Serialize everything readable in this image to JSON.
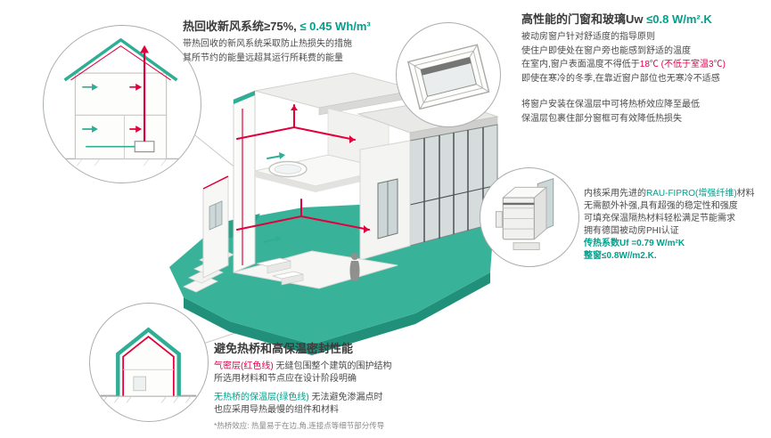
{
  "colors": {
    "accent_teal": "#00a08c",
    "accent_red": "#e2004b",
    "ground_teal": "#38b39a",
    "text_dark": "#3b3b3b"
  },
  "ventilation": {
    "title_main": "热回收新风系统≥75%,",
    "title_accent": " ≤ 0.45 Wh/m³",
    "line1": "带热回收的新风系统采取防止热损失的措施",
    "line2": "其所节约的能量远超其运行所耗费的能量"
  },
  "windows": {
    "title_main": "高性能的门窗和玻璃Uw ",
    "title_accent": "≤0.8 W/m².K",
    "p1_l1": "被动房窗户针对舒适度的指导原则",
    "p1_l2": "使住户即使处在窗户旁也能感到舒适的温度",
    "p1_l3a": "在室内,窗户表面温度不得低于",
    "p1_l3b": "18℃",
    "p1_l3c": " (不低于室温3℃)",
    "p1_l4": "即使在寒冷的冬季,在靠近窗户部位也无寒冷不适感",
    "p2_l1": "将窗户安装在保温层中可将热桥效应降至最低",
    "p2_l2": "保温层包裹住部分窗框可有效降低热损失"
  },
  "profile": {
    "l1a": "内核采用先进的",
    "l1b": "RAU-FIPRO(增强纤维)",
    "l1c": "材料",
    "l2": "无需额外补强,具有超强的稳定性和强度",
    "l3": "可填充保温隔热材料轻松满足节能需求",
    "l4": "拥有德国被动房PHI认证",
    "u_value_frame": "传热系数Uf =0.79 W/m²K",
    "u_value_window": "整窗≤0.8W//m2.K."
  },
  "thermal": {
    "title": "避免热桥和高保温密封性能",
    "airtight_label": "气密层(红色线)",
    "airtight_text": " 无缝包围整个建筑的围护结构",
    "airtight_line2": "所选用材料和节点应在设计阶段明确",
    "insulation_label": "无热桥的保温层(绿色线)",
    "insulation_text": " 无法避免渗漏点时",
    "insulation_line2": "也应采用导热最慢的组件和材料",
    "footnote": "*热桥效应: 热量易于在边,角,连接点等细节部分传导"
  }
}
